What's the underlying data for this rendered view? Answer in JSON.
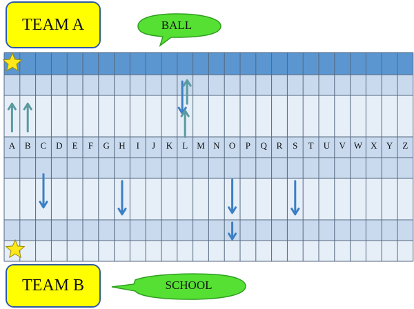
{
  "team_a": {
    "label": "TEAM A"
  },
  "team_b": {
    "label": "TEAM B"
  },
  "bubbles": {
    "ball": "BALL",
    "school": "SCHOOL"
  },
  "colors": {
    "header": "#5b96d1",
    "band": "#c9daee",
    "cell": "#e6eef8",
    "grid_line": "#54677e",
    "team_box": "#ffff00",
    "bubble": "#55e033",
    "star": "#ffe81a",
    "arrow_up": "#5a9aa0",
    "arrow_down": "#3b7fc4"
  },
  "letters": [
    "A",
    "B",
    "C",
    "D",
    "E",
    "F",
    "G",
    "H",
    "I",
    "J",
    "K",
    "L",
    "M",
    "N",
    "O",
    "P",
    "Q",
    "R",
    "S",
    "T",
    "U",
    "V",
    "W",
    "X",
    "Y",
    "Z"
  ],
  "arrows": [
    {
      "column": "A",
      "direction": "up"
    },
    {
      "column": "B",
      "direction": "up"
    },
    {
      "column": "L",
      "direction": "down"
    },
    {
      "column": "L",
      "direction": "up"
    },
    {
      "column": "L",
      "direction": "up"
    },
    {
      "column": "C",
      "direction": "down"
    },
    {
      "column": "H",
      "direction": "down"
    },
    {
      "column": "O",
      "direction": "down"
    },
    {
      "column": "O",
      "direction": "down"
    },
    {
      "column": "S",
      "direction": "down"
    }
  ],
  "stars": [
    "top-left",
    "bottom-left"
  ]
}
